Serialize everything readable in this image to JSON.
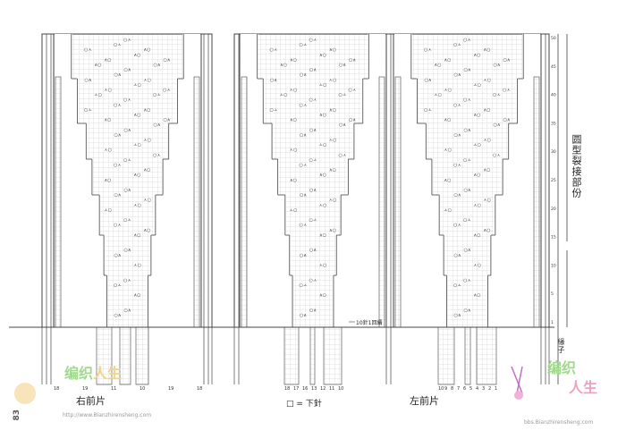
{
  "document": {
    "title_right_front": "右前片",
    "title_left_front": "左前片",
    "legend_symbol": "□",
    "legend_text": "= 下針",
    "side_label_top": "圆型裂接部份",
    "side_label_bottom": "緣子",
    "row_note": "10針1回續",
    "page_number": "83",
    "row_numbers": [
      "50",
      "45",
      "40",
      "35",
      "30",
      "25",
      "20",
      "15",
      "10",
      "5",
      "1"
    ],
    "bottom_counts_left": [
      "18",
      "19",
      "11",
      "10",
      "19",
      "18"
    ],
    "bottom_counts_mid": [
      "18",
      "17",
      "16",
      "13",
      "12",
      "11",
      "10"
    ],
    "bottom_counts_right": [
      "10",
      "9",
      "8",
      "7",
      "6",
      "5",
      "4",
      "3",
      "2",
      "1"
    ]
  },
  "watermark": {
    "brand_left": "编织",
    "brand_left_2": "人生",
    "url_left": "http://www.Bianzhirensheng.com",
    "brand_right": "编织",
    "brand_right_2": "人生",
    "url_right": "bbs.Bianzhirensheng.com"
  },
  "colors": {
    "grid": "#b8b8b8",
    "line": "#444444",
    "symbol": "#333333",
    "watermark": "#9fd98b"
  }
}
